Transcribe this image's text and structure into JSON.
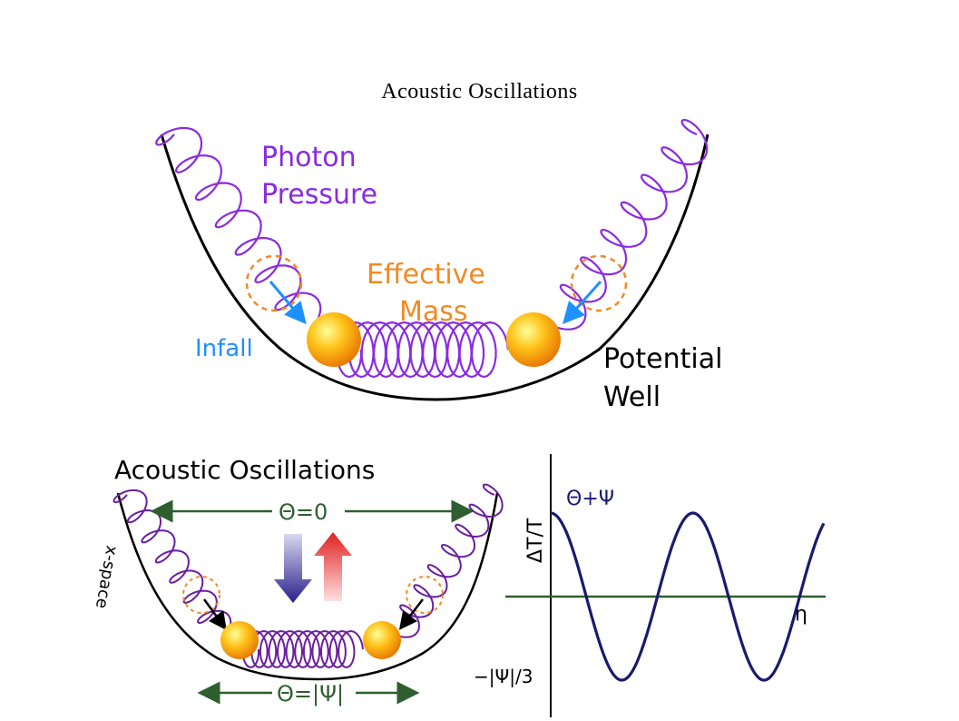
{
  "slide_title": "Acoustic Oscillations",
  "top_diagram": {
    "photon_pressure": [
      "Photon",
      "Pressure"
    ],
    "effective_mass": [
      "Effective",
      "Mass"
    ],
    "infall": "Infall",
    "potential_well": [
      "Potential",
      "Well"
    ]
  },
  "bottom_left": {
    "title": "Acoustic Oscillations",
    "theta_zero": "Θ=0",
    "theta_psi": "Θ=|Ψ|",
    "side_label": "x-space"
  },
  "bottom_right": {
    "y_axis_label": "ΔT/T",
    "curve_label": "Θ+Ψ",
    "x_axis_label": "η",
    "min_label": "−|Ψ|/3"
  },
  "colors": {
    "spring": "#8a2be2",
    "orange": "#f08a24",
    "blue": "#1e90ff",
    "dark_green": "#2f5f2f",
    "navy": "#1a1a6e"
  }
}
